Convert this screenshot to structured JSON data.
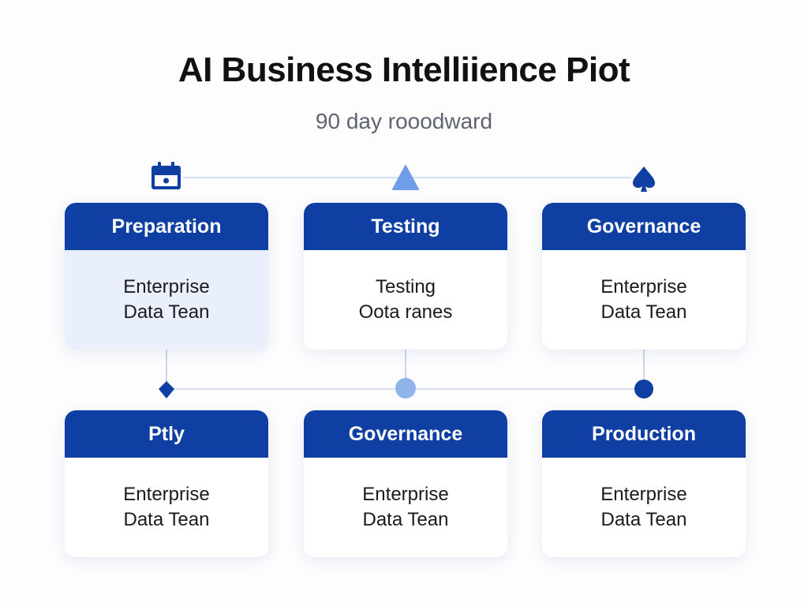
{
  "header": {
    "title": "AI Business Intelliience Piot",
    "subtitle": "90 day rooodward"
  },
  "timeline_icons": [
    "calendar-icon",
    "triangle-icon",
    "spade-icon"
  ],
  "colors": {
    "header_blue": "#0f3fa3",
    "accent_light_blue": "#6f9de8",
    "connector_line": "#d4def2",
    "highlight_card": "#e9f0fc"
  },
  "cards": [
    {
      "title": "Preparation",
      "line1": "Enterprise",
      "line2": "Data Tean"
    },
    {
      "title": "Testing",
      "line1": "Testing",
      "line2": "Oota ranes"
    },
    {
      "title": "Governance",
      "line1": "Enterprise",
      "line2": "Data Tean"
    },
    {
      "title": "Ptly",
      "line1": "Enterprise",
      "line2": "Data Tean"
    },
    {
      "title": "Governance",
      "line1": "Enterprise",
      "line2": "Data Tean"
    },
    {
      "title": "Production",
      "line1": "Enterprise",
      "line2": "Data Tean"
    }
  ]
}
